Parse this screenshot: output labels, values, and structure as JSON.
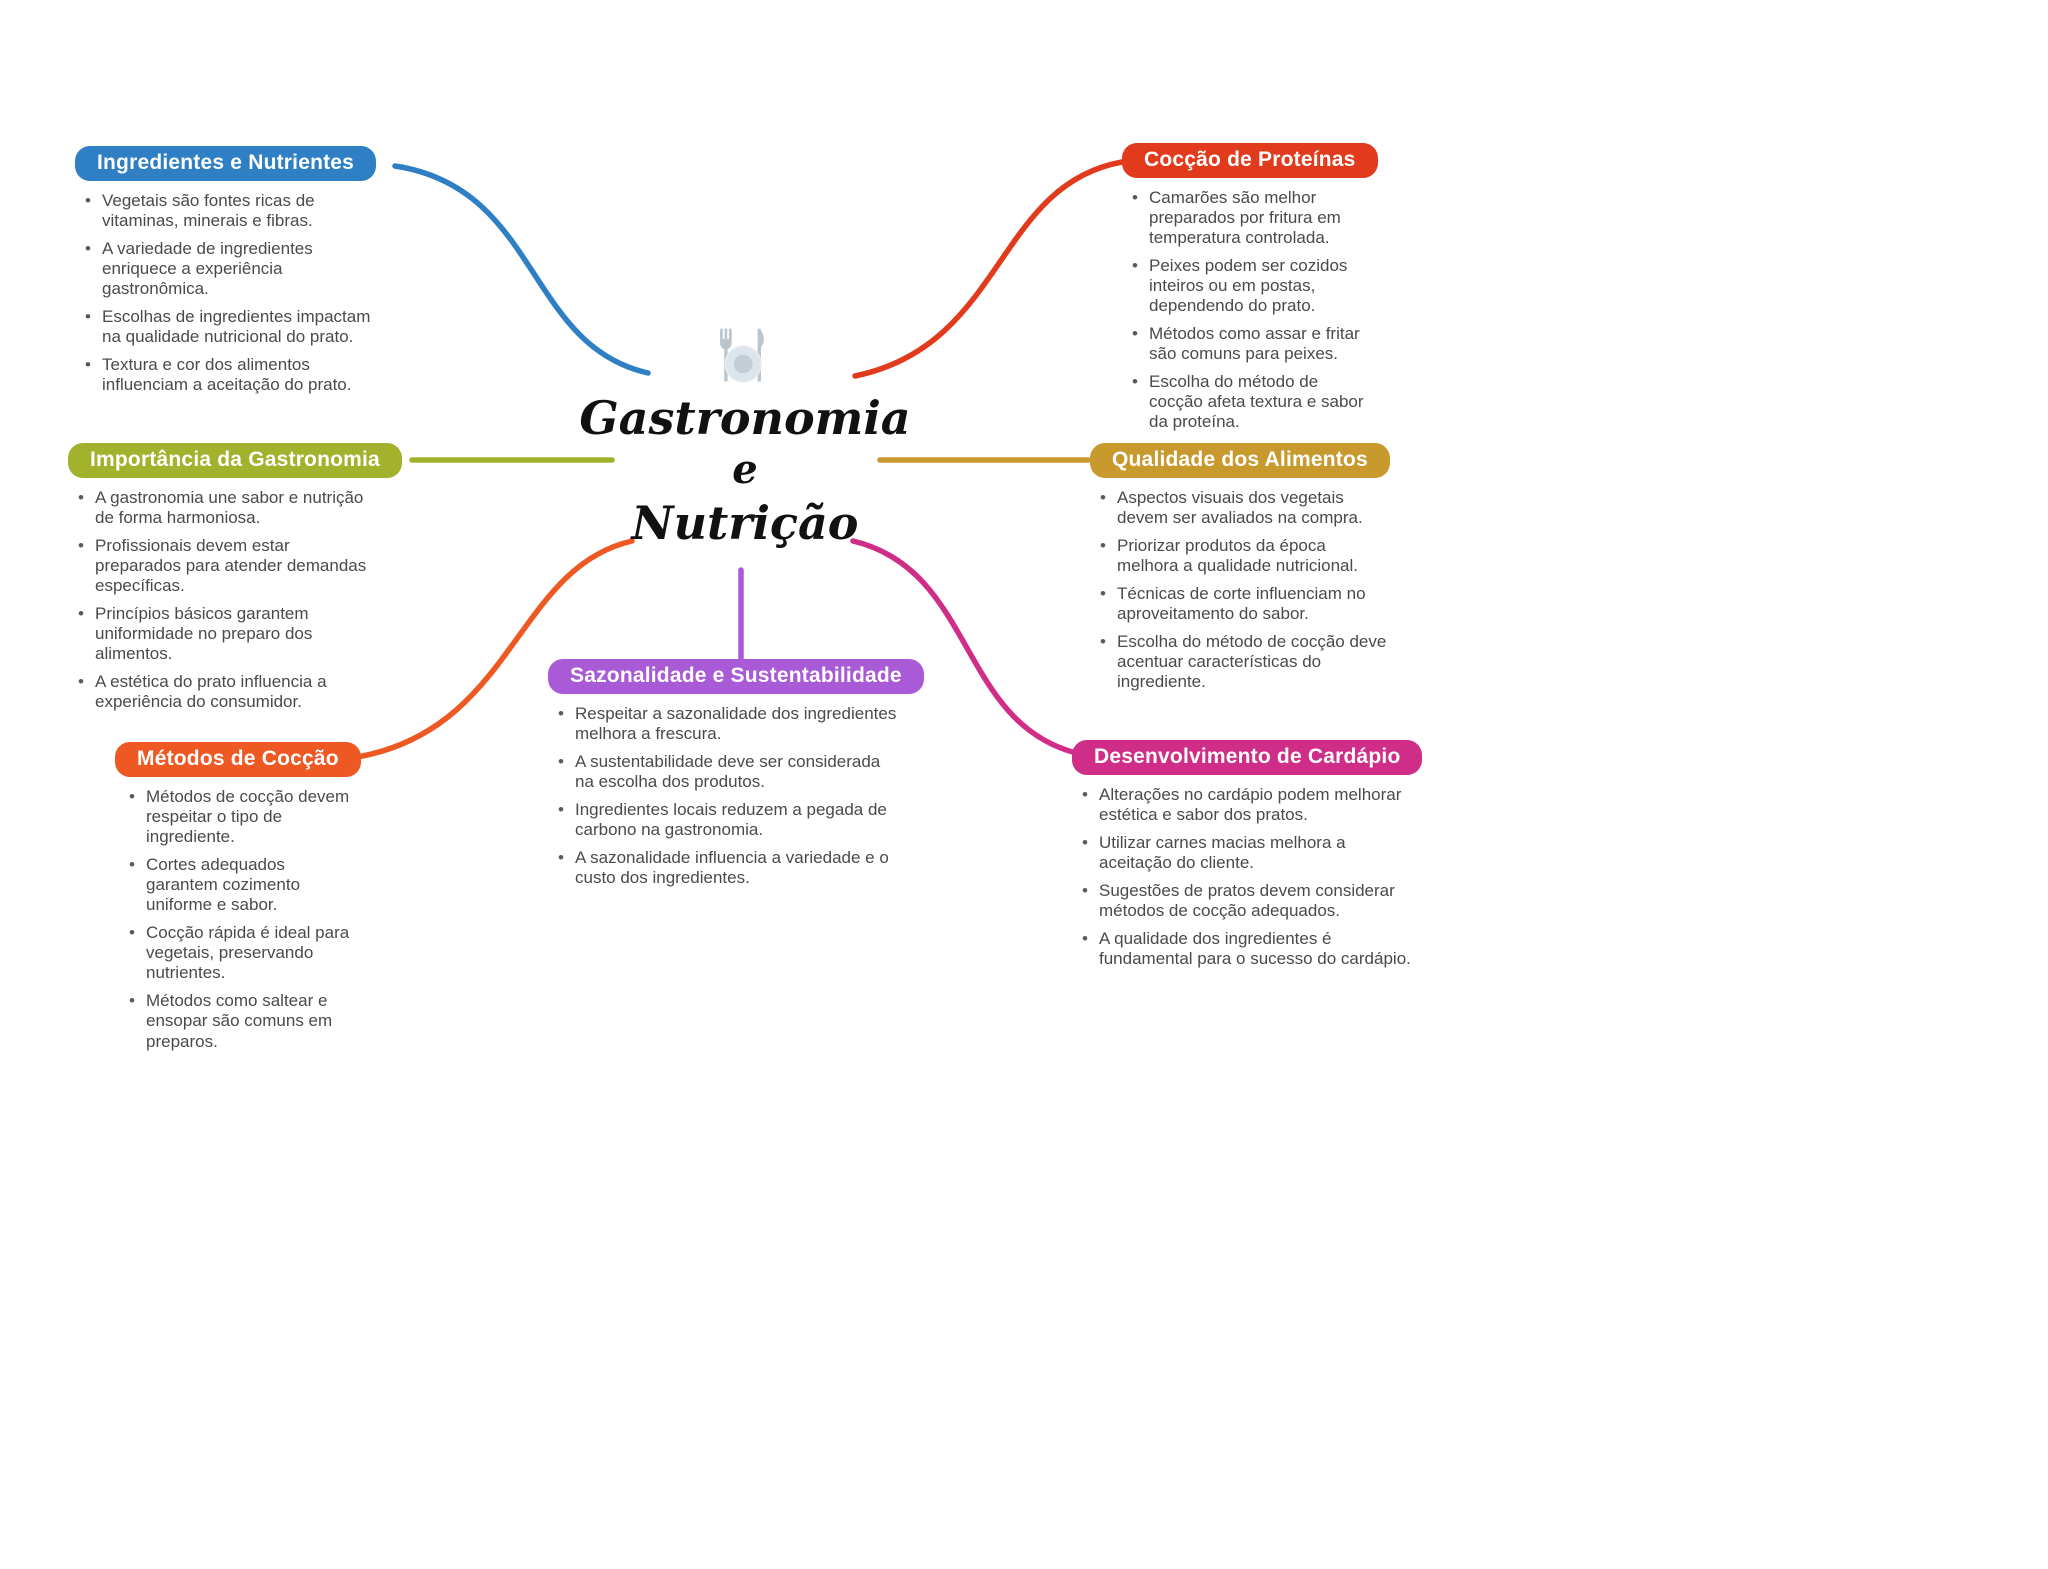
{
  "center": {
    "title_line1": "Gastronomia",
    "title_line2": "e",
    "title_line3": "Nutrição",
    "icon": "fork-plate-knife"
  },
  "branches": [
    {
      "label": "Ingredientes e Nutrientes",
      "color": "#2e7fc4",
      "bullets": [
        "Vegetais são fontes ricas de vitaminas, minerais e fibras.",
        "A variedade de ingredientes enriquece a experiência gastronômica.",
        "Escolhas de ingredientes impactam na qualidade nutricional do prato.",
        "Textura e cor dos alimentos influenciam a aceitação do prato."
      ]
    },
    {
      "label": "Cocção de Proteínas",
      "color": "#e23a1c",
      "bullets": [
        "Camarões são melhor preparados por fritura em temperatura controlada.",
        "Peixes podem ser cozidos inteiros ou em postas, dependendo do prato.",
        "Métodos como assar e fritar são comuns para peixes.",
        "Escolha do método de cocção afeta textura e sabor da proteína."
      ]
    },
    {
      "label": "Importância da Gastronomia",
      "color": "#a3b22c",
      "bullets": [
        "A gastronomia une sabor e nutrição de forma harmoniosa.",
        "Profissionais devem estar preparados para atender demandas específicas.",
        "Princípios básicos garantem uniformidade no preparo dos alimentos.",
        "A estética do prato influencia a experiência do consumidor."
      ]
    },
    {
      "label": "Qualidade dos Alimentos",
      "color": "#c8992d",
      "bullets": [
        "Aspectos visuais dos vegetais devem ser avaliados na compra.",
        "Priorizar produtos da época melhora a qualidade nutricional.",
        "Técnicas de corte influenciam no aproveitamento do sabor.",
        "Escolha do método de cocção deve acentuar características do ingrediente."
      ]
    },
    {
      "label": "Métodos de Cocção",
      "color": "#ee5822",
      "bullets": [
        "Métodos de cocção devem respeitar o tipo de ingrediente.",
        "Cortes adequados garantem cozimento uniforme e sabor.",
        "Cocção rápida é ideal para vegetais, preservando nutrientes.",
        "Métodos como saltear e ensopar são comuns em preparos."
      ]
    },
    {
      "label": "Sazonalidade e Sustentabilidade",
      "color": "#a95ad6",
      "bullets": [
        "Respeitar a sazonalidade dos ingredientes melhora a frescura.",
        "A sustentabilidade deve ser considerada na escolha dos produtos.",
        "Ingredientes locais reduzem a pegada de carbono na gastronomia.",
        "A sazonalidade influencia a variedade e o custo dos ingredientes."
      ]
    },
    {
      "label": "Desenvolvimento de Cardápio",
      "color": "#d02d88",
      "bullets": [
        "Alterações no cardápio podem melhorar estética e sabor dos pratos.",
        "Utilizar carnes macias melhora a aceitação do cliente.",
        "Sugestões de pratos devem considerar métodos de cocção adequados.",
        "A qualidade dos ingredientes é fundamental para o sucesso do cardápio."
      ]
    }
  ]
}
